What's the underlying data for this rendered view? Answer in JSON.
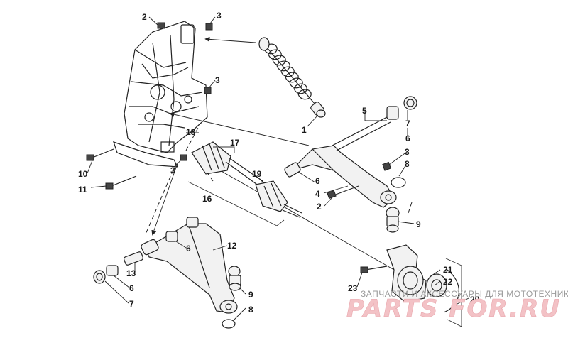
{
  "diagram": {
    "callouts": {
      "c1": "1",
      "c2a": "2",
      "c2b": "2",
      "c3a": "3",
      "c3b": "3",
      "c3c": "3",
      "c3d": "3",
      "c4": "4",
      "c5": "5",
      "c6a": "6",
      "c6b": "6",
      "c6c": "6",
      "c6d": "6",
      "c7a": "7",
      "c7b": "7",
      "c8a": "8",
      "c8b": "8",
      "c9a": "9",
      "c9b": "9",
      "c10": "10",
      "c11": "11",
      "c12": "12",
      "c13": "13",
      "c16": "16",
      "c17": "17",
      "c18": "18",
      "c19": "19",
      "c20": "20",
      "c21": "21",
      "c22": "22",
      "c23": "23"
    }
  },
  "watermark": {
    "tagline": "ЗАПЧАСТИ И АКСЕССУАРЫ ДЛЯ МОТОТЕХНИКИ",
    "brand": "PARTS FOR.RU"
  },
  "colors": {
    "ink": "#222222",
    "watermark_pink": "#f3c2c6",
    "watermark_gray": "#9a9a9a"
  }
}
